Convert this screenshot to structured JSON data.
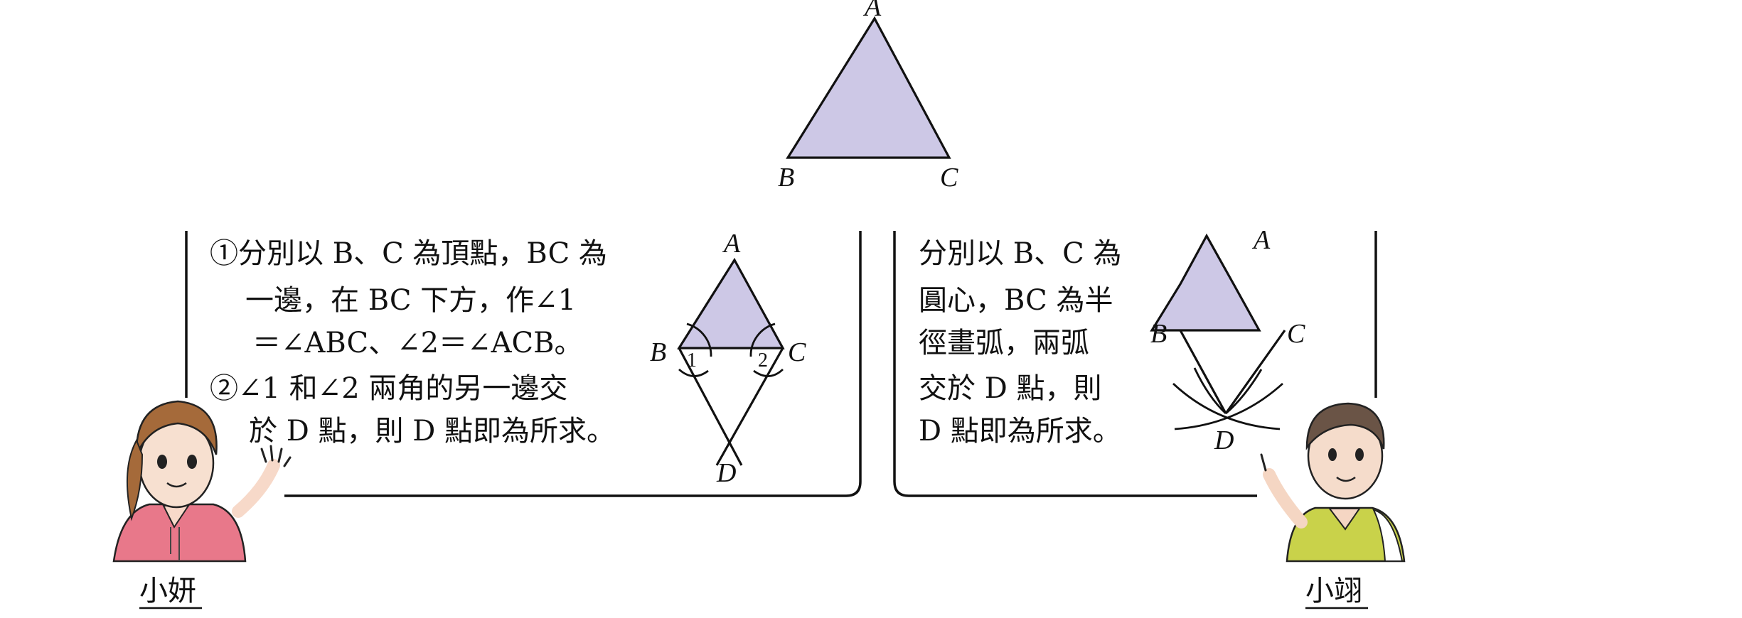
{
  "top_triangle": {
    "vertex_a": "A",
    "vertex_b": "B",
    "vertex_c": "C"
  },
  "left_panel": {
    "step1_lines": [
      "①分別以 B、C 為頂點，BC 為",
      "一邊，在 BC 下方，作∠1",
      "＝∠ABC、∠2＝∠ACB。"
    ],
    "step2_lines": [
      "②∠1 和∠2 兩角的另一邊交",
      "於 D 點，則 D 點即為所求。"
    ],
    "figure": {
      "a": "A",
      "b": "B",
      "c": "C",
      "d": "D",
      "angle1": "1",
      "angle2": "2"
    },
    "character_name": "小妍"
  },
  "right_panel": {
    "lines": [
      "分別以 B、C 為",
      "圓心，BC 為半",
      "徑畫弧，兩弧",
      "交於 D 點，則",
      "D 點即為所求。"
    ],
    "figure": {
      "a": "A",
      "b": "B",
      "c": "C",
      "d": "D"
    },
    "character_name": "小翊"
  },
  "colors": {
    "triangle_fill": "#cdc8e6",
    "girl_shirt": "#e8788a",
    "boy_shirt": "#c9d24a",
    "hair_girl": "#a56a3a",
    "hair_boy": "#6a5446"
  }
}
